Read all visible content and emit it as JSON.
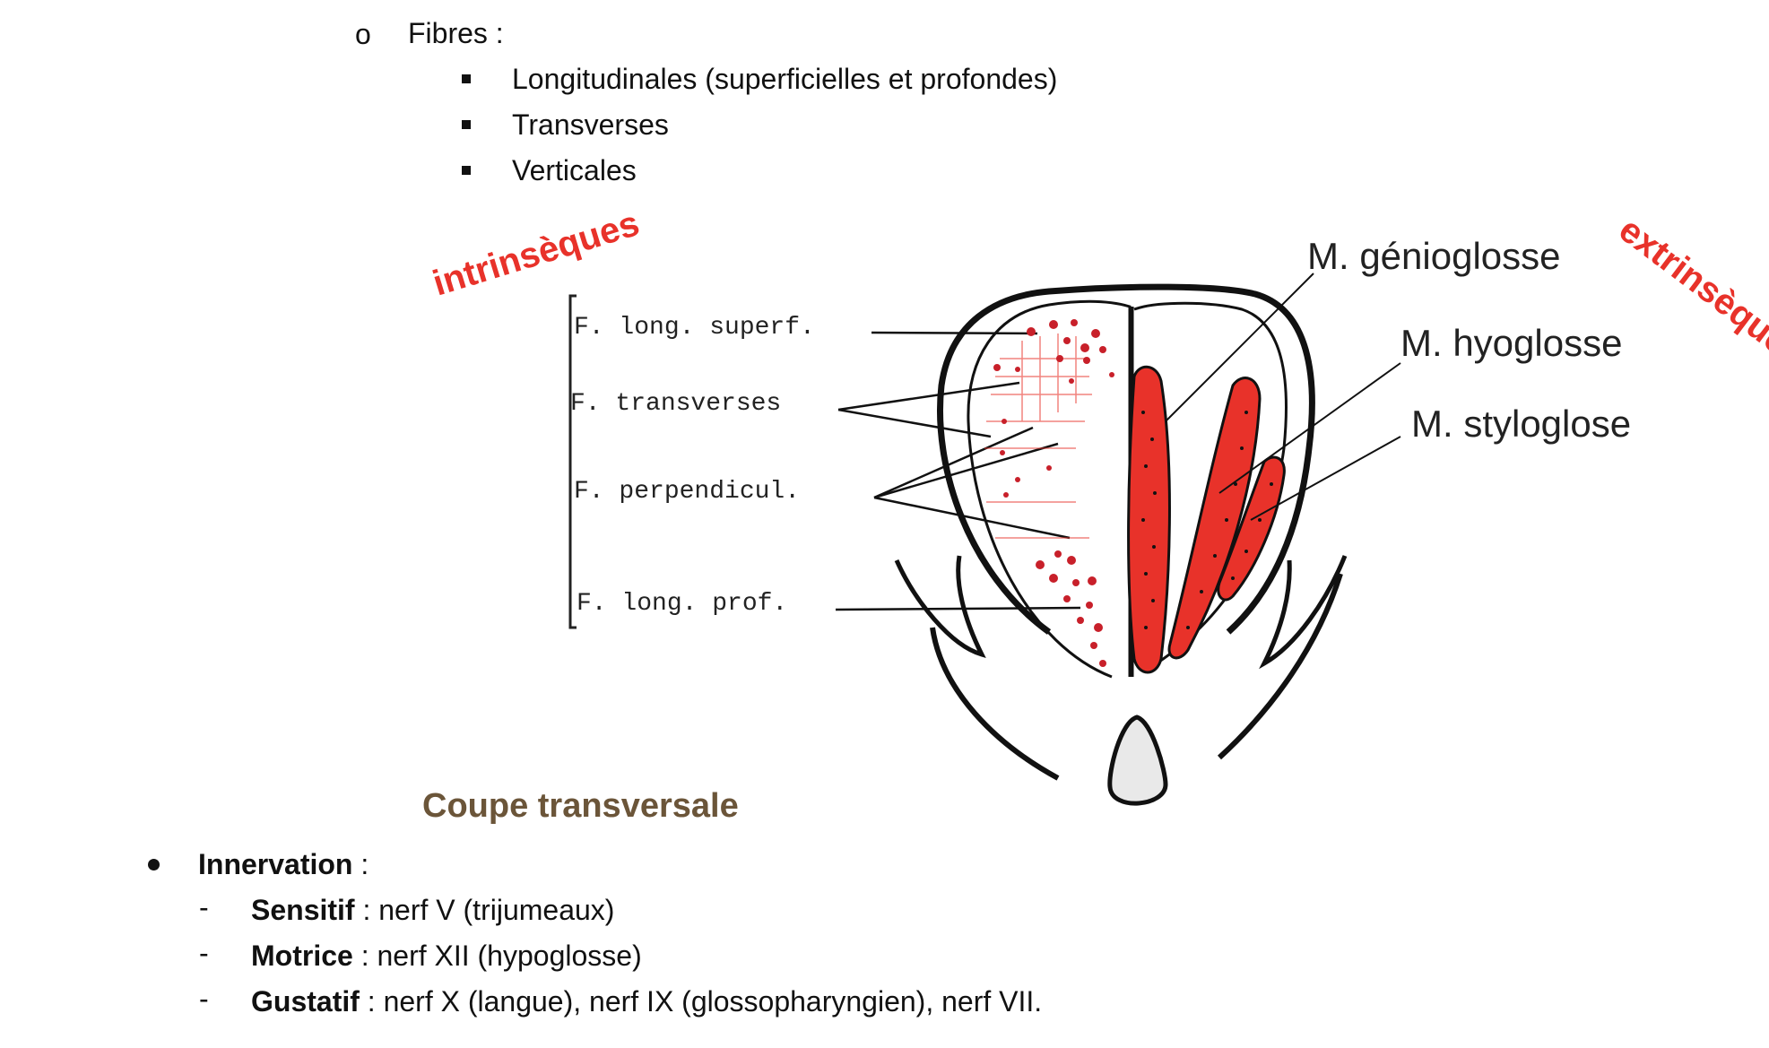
{
  "fibres": {
    "bullet": "o",
    "label": "Fibres :",
    "items": [
      "Longitudinales (superficielles et profondes)",
      "Transverses",
      "Verticales"
    ]
  },
  "diagram": {
    "tag_intrinseques": "intrinsèques",
    "tag_extrinseques": "extrinsèques",
    "left_labels": [
      "F. long. superf.",
      "F. transverses",
      "F. perpendicul.",
      "F. long. prof."
    ],
    "muscles": [
      "M. génioglosse",
      "M. hyoglosse",
      "M. styloglose"
    ],
    "caption": "Coupe transversale",
    "colors": {
      "muscle_red": "#e8322a",
      "caption_brown": "#6b5539"
    }
  },
  "innervation": {
    "title": "Innervation",
    "title_suffix": " :",
    "items": [
      {
        "term": "Sensitif",
        "text": " : nerf V (trijumeaux)"
      },
      {
        "term": "Motrice",
        "text": " : nerf XII (hypoglosse)"
      },
      {
        "term": "Gustatif",
        "text": " : nerf X (langue), nerf IX (glossopharyngien), nerf VII."
      }
    ]
  }
}
